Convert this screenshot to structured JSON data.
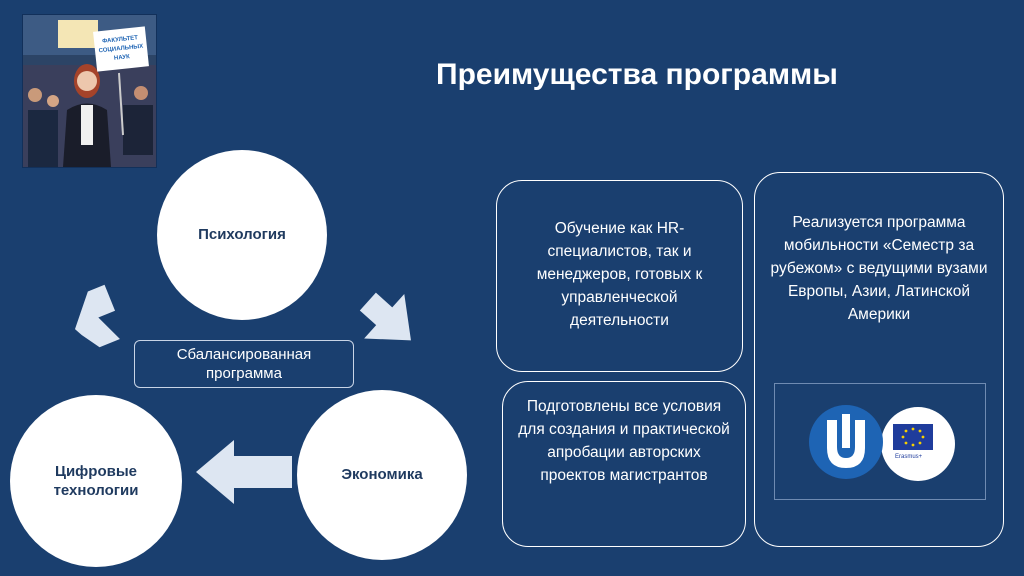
{
  "title": "Преимущества программы",
  "photo": {
    "sign_text": "ФАКУЛЬТЕТ СОЦИАЛЬНЫХ НАУК"
  },
  "diagram": {
    "center_label": "Сбалансированная программа",
    "nodes": {
      "psychology": "Психология",
      "economics": "Экономика",
      "digital": "Цифровые технологии"
    }
  },
  "benefits": {
    "box1": "Обучение как HR-специалистов, так и менеджеров, готовых к управленческой деятельности",
    "box2": "Подготовлены все условия для создания и практической апробации авторских проектов магистрантов",
    "box3": "Реализуется программа мобильности «Семестр за рубежом» с ведущими вузами Европы, Азии, Латинской Америки"
  },
  "logos": {
    "erasmus_label": "Erasmus+"
  },
  "colors": {
    "background": "#1a3f6f",
    "arrow_fill": "#dde6f2",
    "unn_blue": "#1e64b4",
    "eu_blue": "#1f3c9c",
    "eu_stars": "#f5d000"
  }
}
